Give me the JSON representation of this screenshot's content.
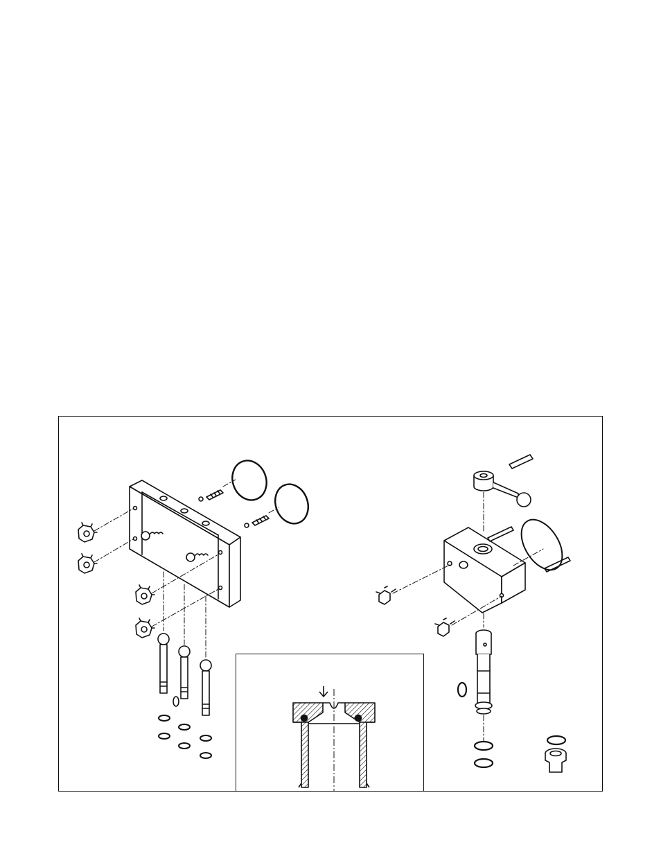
{
  "page": {
    "background": "#ffffff",
    "line_color": "#111111"
  },
  "figure": {
    "groups": [
      "manifold-block-assembly",
      "valve-housing-assembly",
      "cross-section-detail"
    ],
    "icons": [
      "drawing-frame",
      "exploded-view-diagram",
      "section-view-inset"
    ]
  }
}
